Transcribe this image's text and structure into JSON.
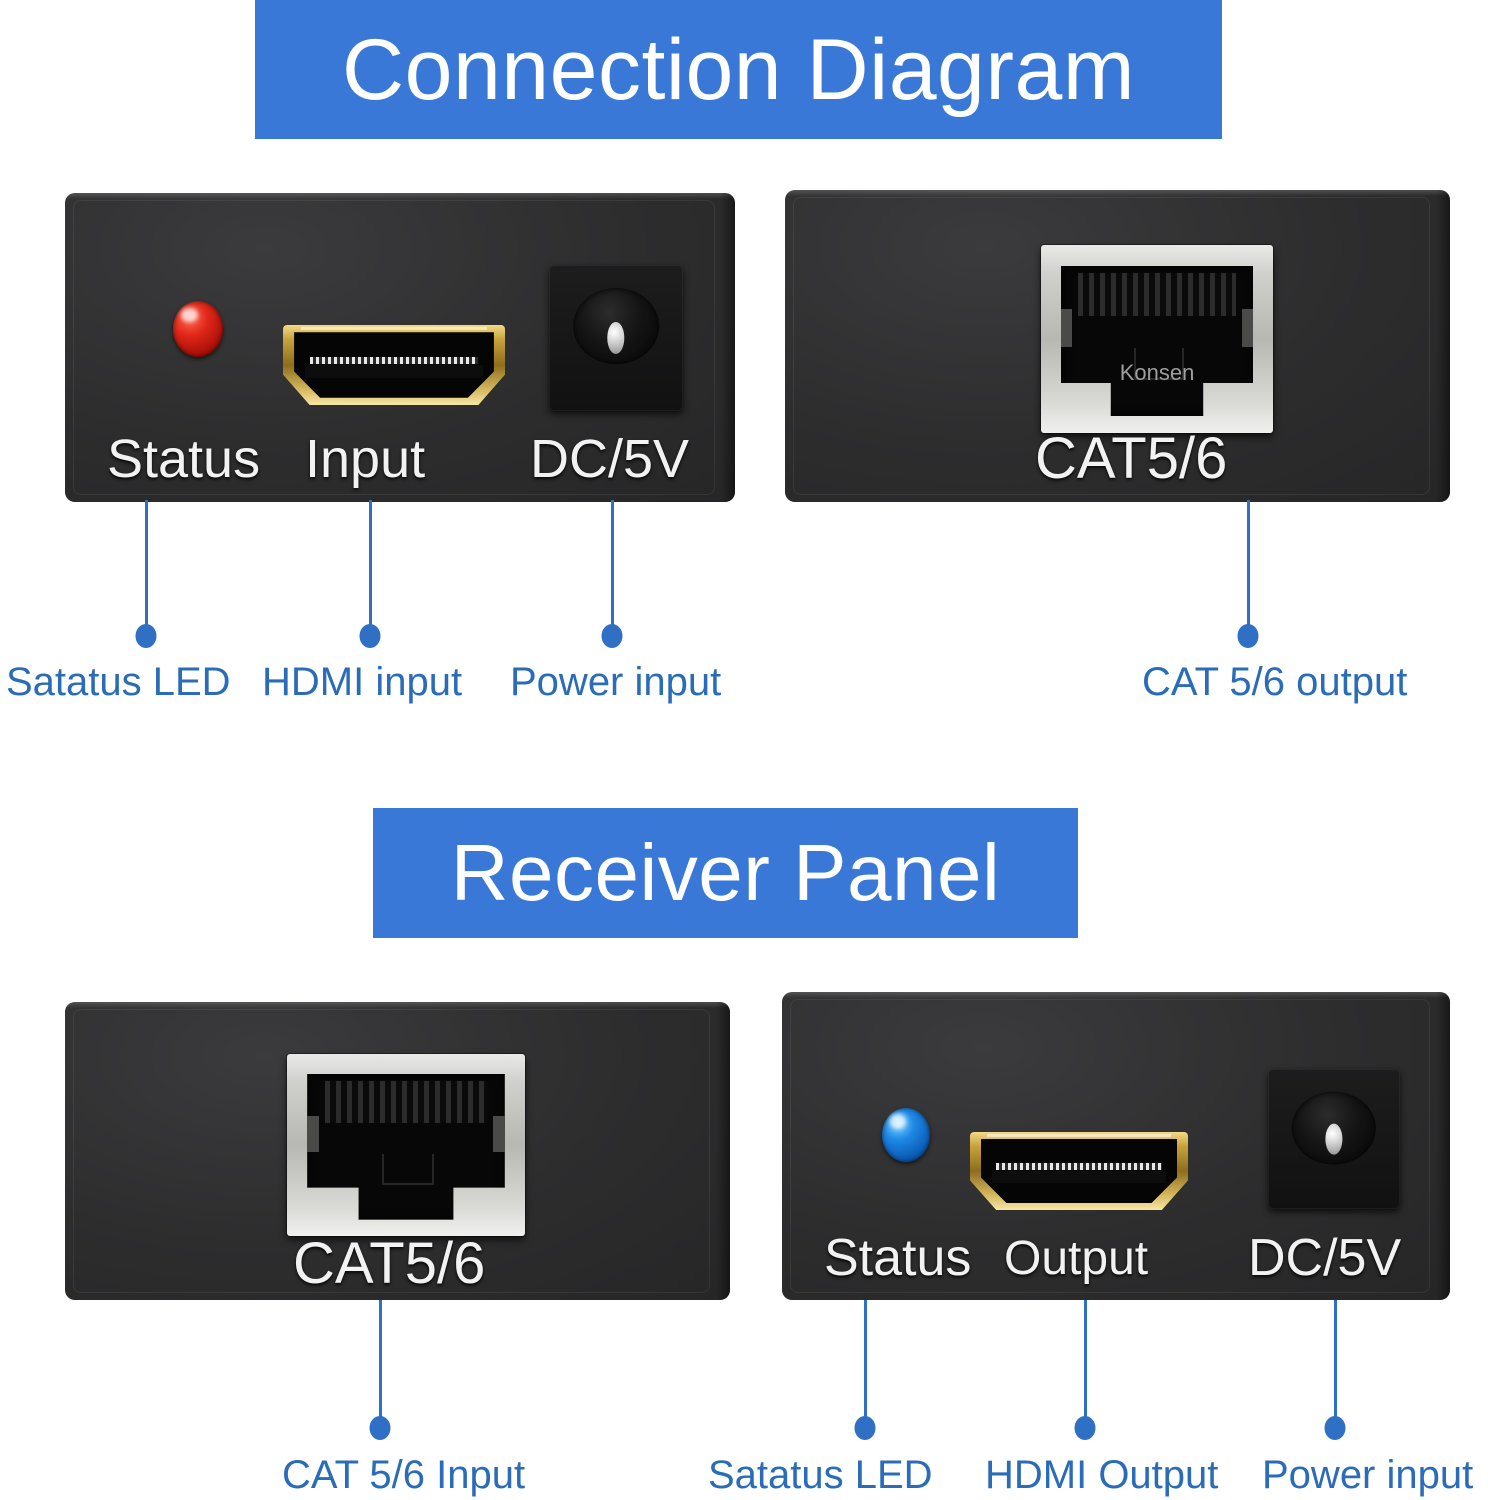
{
  "sections": [
    {
      "id": "connection-diagram",
      "banner_title": "Connection Diagram",
      "banner_color": "#3a78d8",
      "banner_text_color": "#ffffff"
    },
    {
      "id": "receiver-panel",
      "banner_title": "Receiver Panel",
      "banner_color": "#3a78d8",
      "banner_text_color": "#ffffff"
    }
  ],
  "transmitter": {
    "front_panel": {
      "port_labels": {
        "status": "Status",
        "input": "Input",
        "power": "DC/5V"
      },
      "led_color": "#e02718",
      "led_name": "status-led-red"
    },
    "rear_panel": {
      "port_labels": {
        "cat": "CAT5/6"
      },
      "jack_brand": "Konsen"
    }
  },
  "receiver": {
    "rear_panel": {
      "port_labels": {
        "cat": "CAT5/6"
      },
      "jack_brand": ""
    },
    "front_panel": {
      "port_labels": {
        "status": "Status",
        "output": "Output",
        "power": "DC/5V"
      },
      "led_color": "#1e88e5",
      "led_name": "status-led-blue"
    }
  },
  "callouts": {
    "color": "#2b6cb8",
    "top": [
      {
        "id": "status-led",
        "label": "Satatus LED"
      },
      {
        "id": "hdmi-input",
        "label": "HDMI input"
      },
      {
        "id": "power-input",
        "label": "Power input"
      },
      {
        "id": "cat-output",
        "label": "CAT 5/6 output"
      }
    ],
    "bottom": [
      {
        "id": "cat-input",
        "label": "CAT 5/6 Input"
      },
      {
        "id": "status-led-2",
        "label": "Satatus LED"
      },
      {
        "id": "hdmi-output",
        "label": "HDMI Output"
      },
      {
        "id": "power-input-2",
        "label": "Power input"
      }
    ]
  }
}
